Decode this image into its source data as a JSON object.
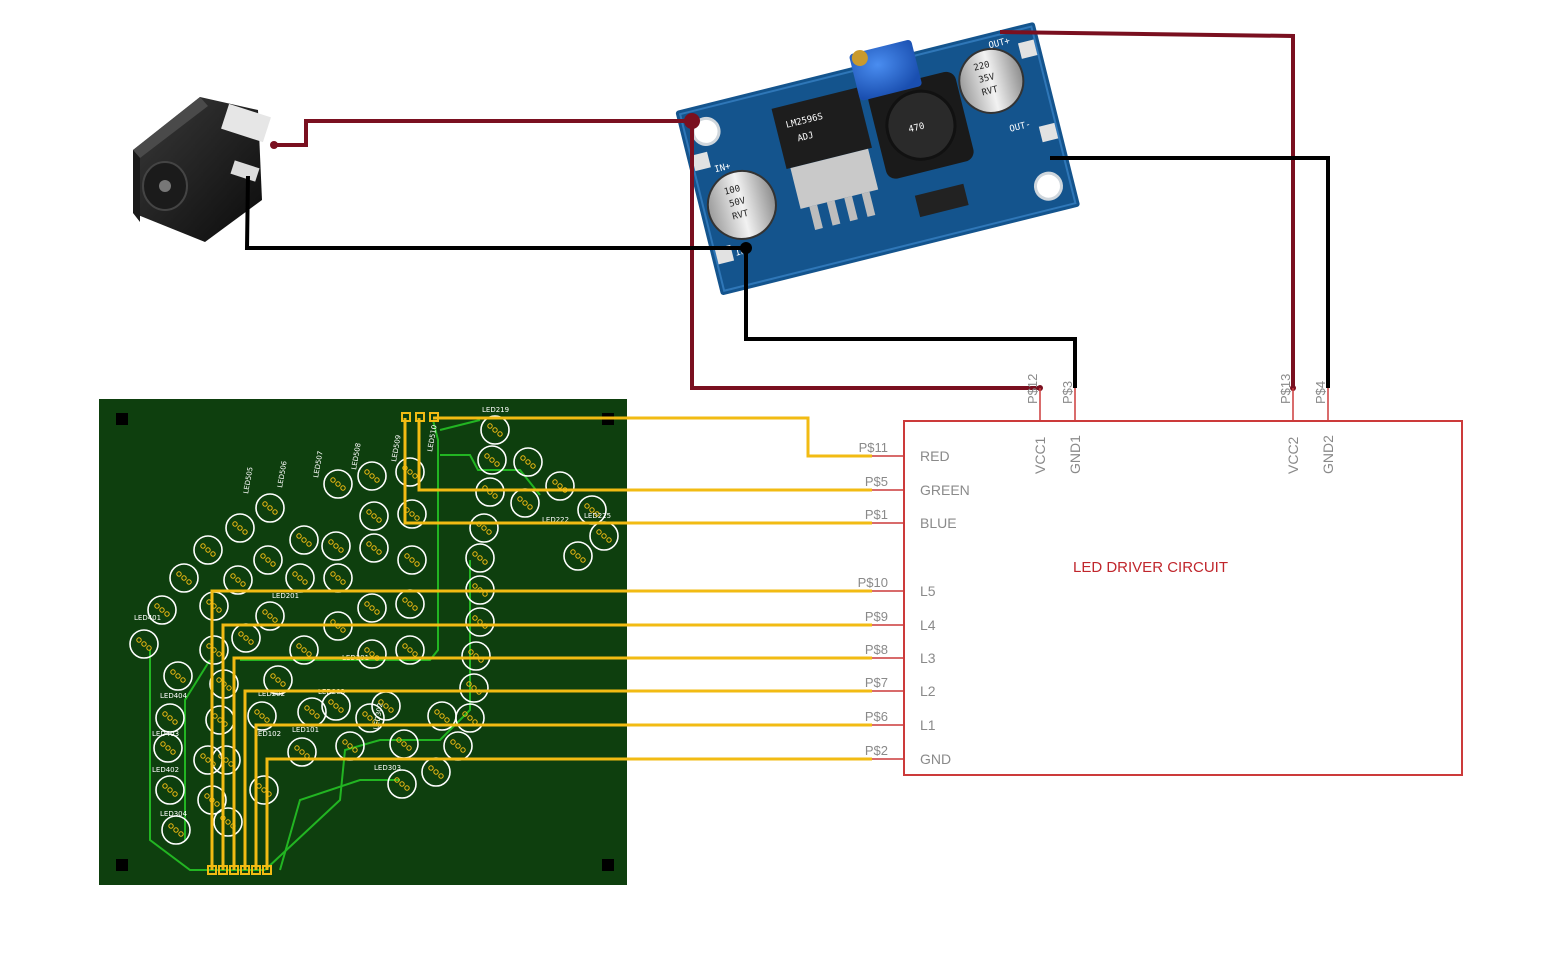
{
  "driver": {
    "title": "LED DRIVER CIRCUIT",
    "left_ports": [
      {
        "net": "P$11",
        "label": "RED"
      },
      {
        "net": "P$5",
        "label": "GREEN"
      },
      {
        "net": "P$1",
        "label": "BLUE"
      },
      {
        "net": "P$10",
        "label": "L5"
      },
      {
        "net": "P$9",
        "label": "L4"
      },
      {
        "net": "P$8",
        "label": "L3"
      },
      {
        "net": "P$7",
        "label": "L2"
      },
      {
        "net": "P$6",
        "label": "L1"
      },
      {
        "net": "P$2",
        "label": "GND"
      }
    ],
    "top_ports": [
      {
        "net": "P$12",
        "label": "VCC1"
      },
      {
        "net": "P$3",
        "label": "GND1"
      },
      {
        "net": "P$13",
        "label": "VCC2"
      },
      {
        "net": "P$4",
        "label": "GND2"
      }
    ]
  },
  "module": {
    "in_plus": "IN+",
    "in_minus": "IN-",
    "out_plus": "OUT+",
    "out_minus": "OUT-",
    "cap1": [
      "100",
      "50V",
      "RVT"
    ],
    "cap2": [
      "220",
      "35V",
      "RVT"
    ],
    "inductor": "470",
    "chip": [
      "LM2596S",
      "ADJ"
    ]
  },
  "pcb": {
    "labels": [
      "LED219",
      "LED505",
      "LED506",
      "LED507",
      "LED508",
      "LED509",
      "LED510",
      "LED222",
      "LED225",
      "LED401",
      "LED403",
      "LED402",
      "LED404",
      "LED101",
      "LED102",
      "LED201",
      "LED202",
      "LED203",
      "LED301",
      "LED302",
      "LED303",
      "LED304"
    ]
  },
  "colors": {
    "wire_red": "#7a1020",
    "wire_black": "#000000",
    "wire_yellow": "#f2bb13",
    "trace_green": "#22b522",
    "pcb_board": "#0e3f0e",
    "schematic_red": "#cc3a3a"
  }
}
